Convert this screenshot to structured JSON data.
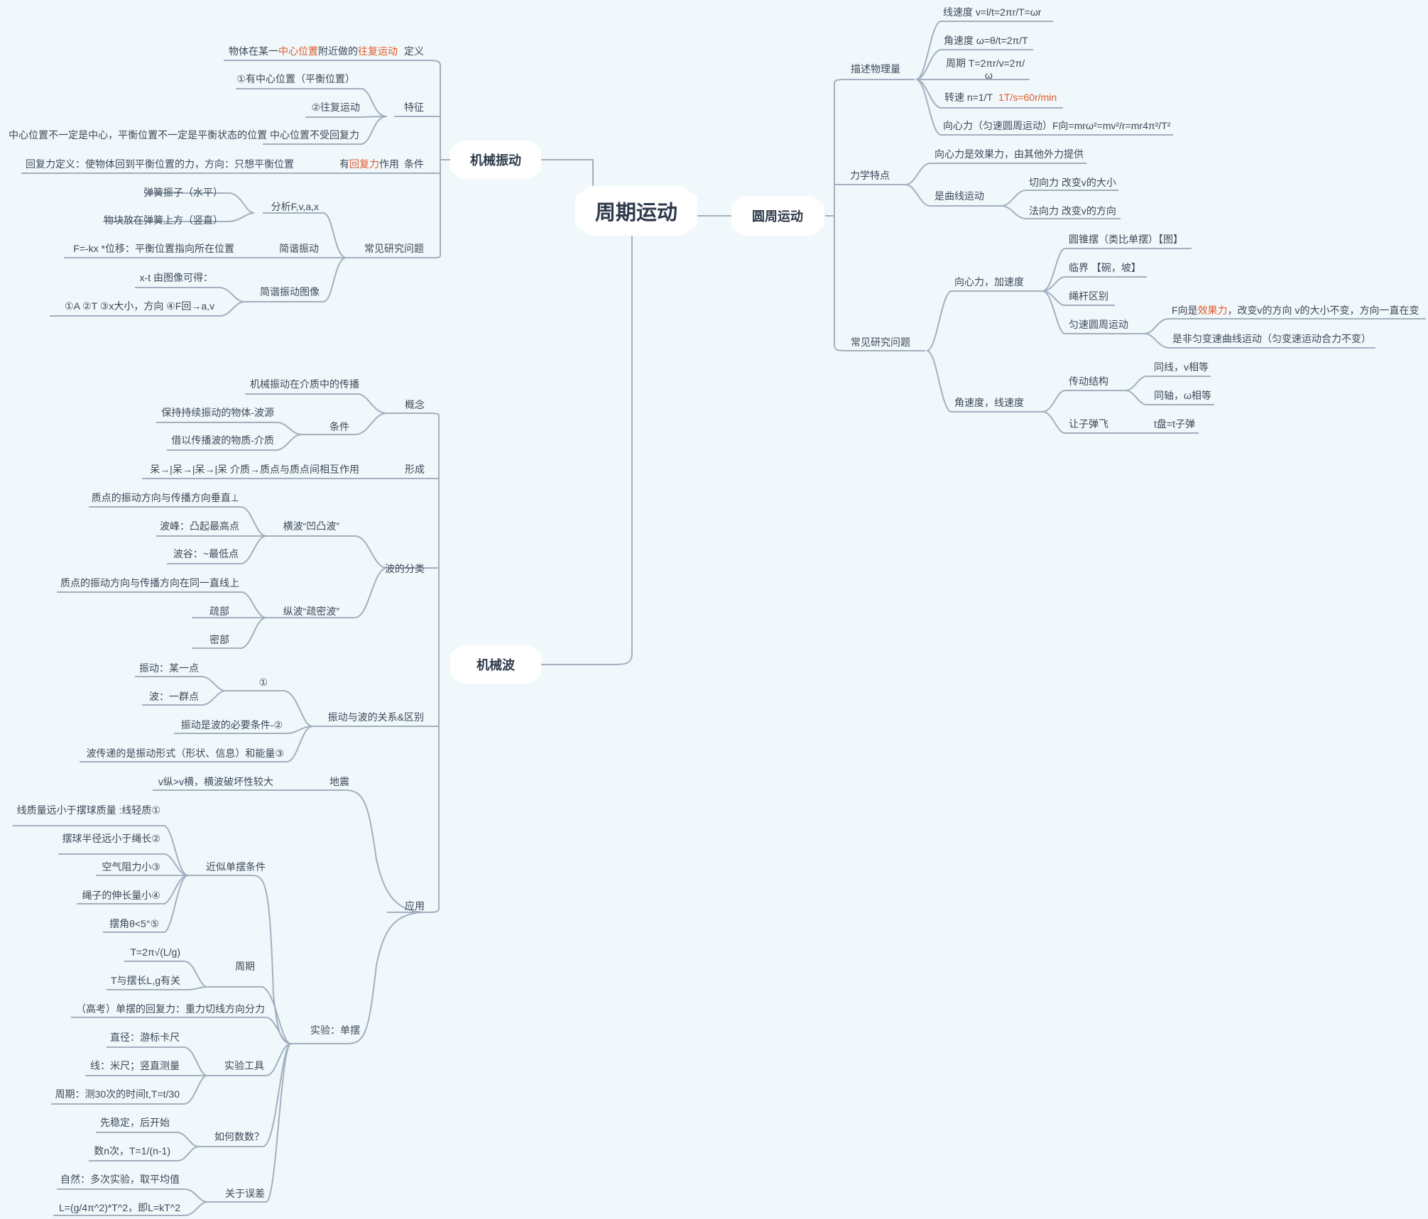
{
  "root": "周期运动",
  "branches": {
    "vibration": "机械振动",
    "wave": "机械波",
    "circular": "圆周运动"
  },
  "vibration": {
    "def_label": "定义",
    "def_text": [
      "物体在某一",
      "中心位置",
      "附近做的",
      "往复运动"
    ],
    "feat_label": "特征",
    "feat_items": [
      "①有中心位置（平衡位置）",
      "②往复运动",
      "中心位置不一定是中心，平衡位置不一定是平衡状态的位置  中心位置不受回复力"
    ],
    "cond_label": "条件",
    "cond_parts": [
      "有",
      "回复力",
      "作用"
    ],
    "cond_note": "回复力定义：使物体回到平衡位置的力，方向：只想平衡位置",
    "common_label": "常见研究问题",
    "analysis_label": "分析F,v,a,x",
    "analysis_items": [
      "弹簧振子（水平）",
      "物块放在弹簧上方（竖直）"
    ],
    "shm_label": "简谐振动",
    "shm_note": "F=-kx    *位移：平衡位置指向所在位置",
    "graph_label": "简谐振动图像",
    "graph_items": [
      "x-t  由图像可得：",
      "①A  ②T ③x大小，方向  ④F回→a,v"
    ]
  },
  "wave": {
    "concept_label": "概念",
    "concept_text": "机械振动在介质中的传播",
    "cond_label": "条件",
    "cond_items": [
      "保持持续振动的物体-波源",
      "借以传播波的物质-介质"
    ],
    "form_label": "形成",
    "form_text": "呆→|呆→|呆→|呆    介质→质点与质点间相互作用",
    "class_label": "波的分类",
    "trans_label": "横波“凹凸波”",
    "trans_items": [
      "质点的振动方向与传播方向垂直⊥",
      "波峰：凸起最高点",
      "波谷：~最低点"
    ],
    "long_label": "纵波“疏密波”",
    "long_items": [
      "质点的振动方向与传播方向在同一直线上",
      "疏部",
      "密部"
    ],
    "rel_label": "振动与波的关系&区别",
    "rel_one": "①",
    "rel_one_items": [
      "振动：某一点",
      "波：一群点"
    ],
    "rel_items": [
      "振动是波的必要条件-②",
      "波传递的是振动形式（形状、信息）和能量③"
    ],
    "app_label": "应用",
    "quake_label": "地震",
    "quake_text": "v纵>v横，横波破坏性较大",
    "exp_label": "实验：单摆",
    "approx_label": "近似单摆条件",
    "approx_items": [
      "线质量远小于摆球质量 :线轻质①",
      "摆球半径远小于绳长②",
      "空气阻力小③",
      "绳子的伸长量小④",
      "摆角θ<5°⑤"
    ],
    "period_label": "周期",
    "period_items": [
      "T=2π√(L/g)",
      "T与摆长L,g有关"
    ],
    "gaokao_text": "（高考）单摆的回复力：重力切线方向分力",
    "tools_label": "实验工具",
    "tools_items": [
      "直径：游标卡尺",
      "线：米尺；竖直测量",
      "周期：测30次的时间t,T=t/30"
    ],
    "count_label": "如何数数？",
    "count_items": [
      "先稳定，后开始",
      "数n次，T=1/(n-1)"
    ],
    "err_label": "关于误差",
    "err_items": [
      "自然：多次实验，取平均值",
      "L=(g/4π^2)*T^2，即L=kT^2"
    ]
  },
  "circular": {
    "desc_label": "描述物理量",
    "desc_items": [
      "线速度   v=l/t=2πr/T=ωr",
      "角速度   ω=θ/t=2π/T",
      "周期   T=2πr/v=2π/",
      "ω"
    ],
    "speed_label": "转速   n=1/T",
    "speed_hl": "1T/s=60r/min",
    "centripetal_text": "向心力（匀速圆周运动）F向=mrω²=mv²/r=mr4π²/T²",
    "mech_label": "力学特点",
    "mech_items": [
      "向心力是效果力，由其他外力提供"
    ],
    "curve_label": "是曲线运动",
    "curve_items": [
      "切向力 改变v的大小",
      "法向力 改变v的方向"
    ],
    "common_label": "常见研究问题",
    "acc_label": "向心力，加速度",
    "acc_items": [
      "圆锥摆（类比单摆）【图】",
      "临界  【碗，坡】",
      "绳杆区别"
    ],
    "uniform_label": "匀速圆周运动",
    "uniform_parts": [
      "F向是",
      "效果力",
      "，改变v的方向  v的大小不变，方向一直在变"
    ],
    "uniform_item2": "是非匀变速曲线运动（匀变速运动合力不变）",
    "ang_label": "角速度，线速度",
    "trans_label": "传动结构",
    "trans_items": [
      "同线，v相等",
      "同轴，ω相等"
    ],
    "bullet_label": "让子弹飞",
    "bullet_text": "t盘=t子弹"
  },
  "colors": {
    "background": "#f0f8fb",
    "line": "#a2b0bf",
    "text": "#3e4959",
    "highlight": "#e2592a"
  }
}
